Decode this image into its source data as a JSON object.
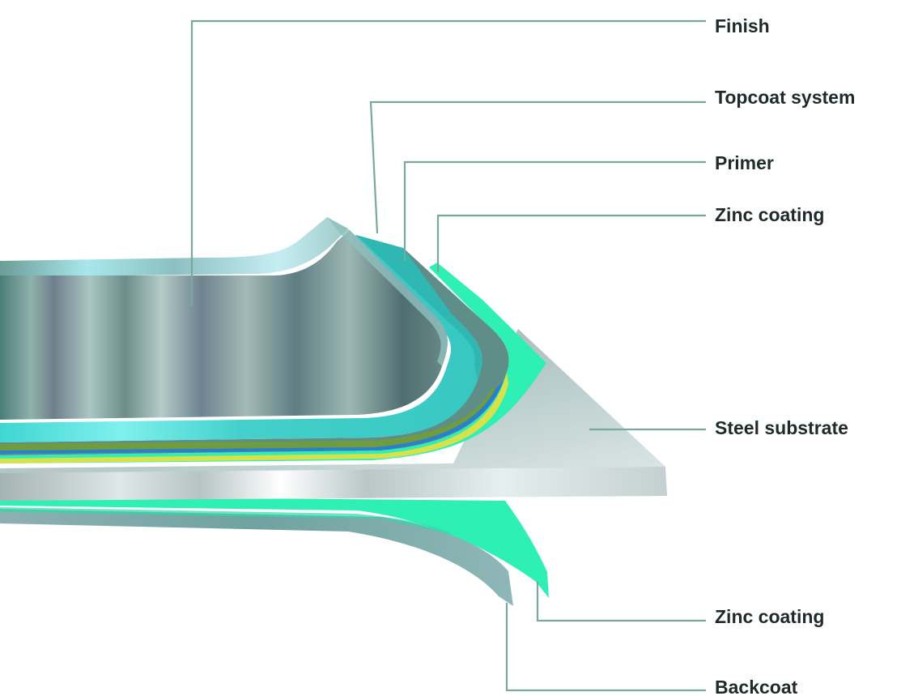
{
  "labels": {
    "finish": "Finish",
    "topcoat_system": "Topcoat system",
    "primer": "Primer",
    "zinc_coating_top": "Zinc coating",
    "steel_substrate": "Steel substrate",
    "zinc_coating_bottom": "Zinc coating",
    "backcoat": "Backcoat"
  },
  "colors": {
    "leader_line": "#7aa79e",
    "zinc_green": "#2ef0b4",
    "topcoat_cyan": "#4fd6d0",
    "primer_gray": "#5a8a86",
    "steel": "#c9d6d6",
    "label_text": "#1f2a2a"
  }
}
